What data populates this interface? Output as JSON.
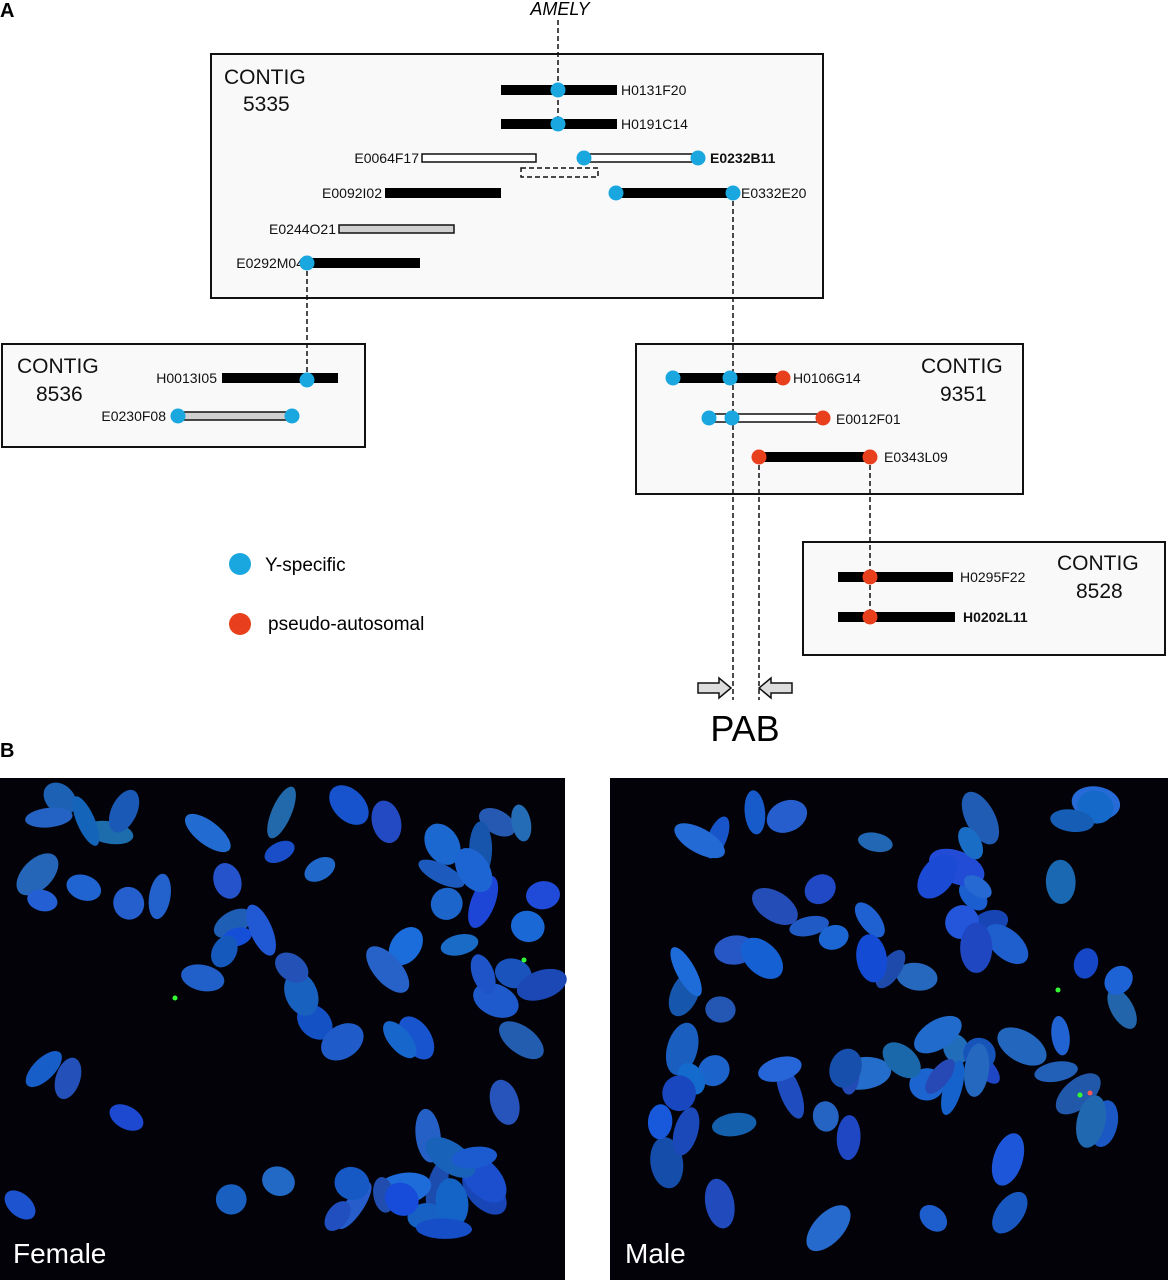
{
  "panel_a": {
    "label": "A",
    "gene": "AMELY",
    "contigs": {
      "c5335": {
        "word": "CONTIG",
        "id": "5335"
      },
      "c8536": {
        "word": "CONTIG",
        "id": "8536"
      },
      "c9351": {
        "word": "CONTIG",
        "id": "9351"
      },
      "c8528": {
        "word": "CONTIG",
        "id": "8528"
      }
    },
    "clones": {
      "H0131F20": "H0131F20",
      "H0191C14": "H0191C14",
      "E0064F17": "E0064F17",
      "E0232B11": "E0232B11",
      "E0092I02": "E0092I02",
      "E0332E20": "E0332E20",
      "E0244O21": "E0244O21",
      "E0292M04": "E0292M04",
      "H0013I05": "H0013I05",
      "E0230F08": "E0230F08",
      "H0106G14": "H0106G14",
      "E0012F01": "E0012F01",
      "E0343L09": "E0343L09",
      "H0295F22": "H0295F22",
      "H0202L11": "H0202L11"
    },
    "legend": {
      "y_specific": "Y-specific",
      "pseudo_autosomal": "pseudo-autosomal"
    },
    "boundary": "PAB",
    "colors": {
      "y_specific": "#1aa7e0",
      "pseudo_autosomal": "#e8401c",
      "highlight_red": "#e8401c",
      "highlight_green": "#1a9a3a"
    }
  },
  "panel_b": {
    "label": "B",
    "female": "Female",
    "male": "Male"
  }
}
